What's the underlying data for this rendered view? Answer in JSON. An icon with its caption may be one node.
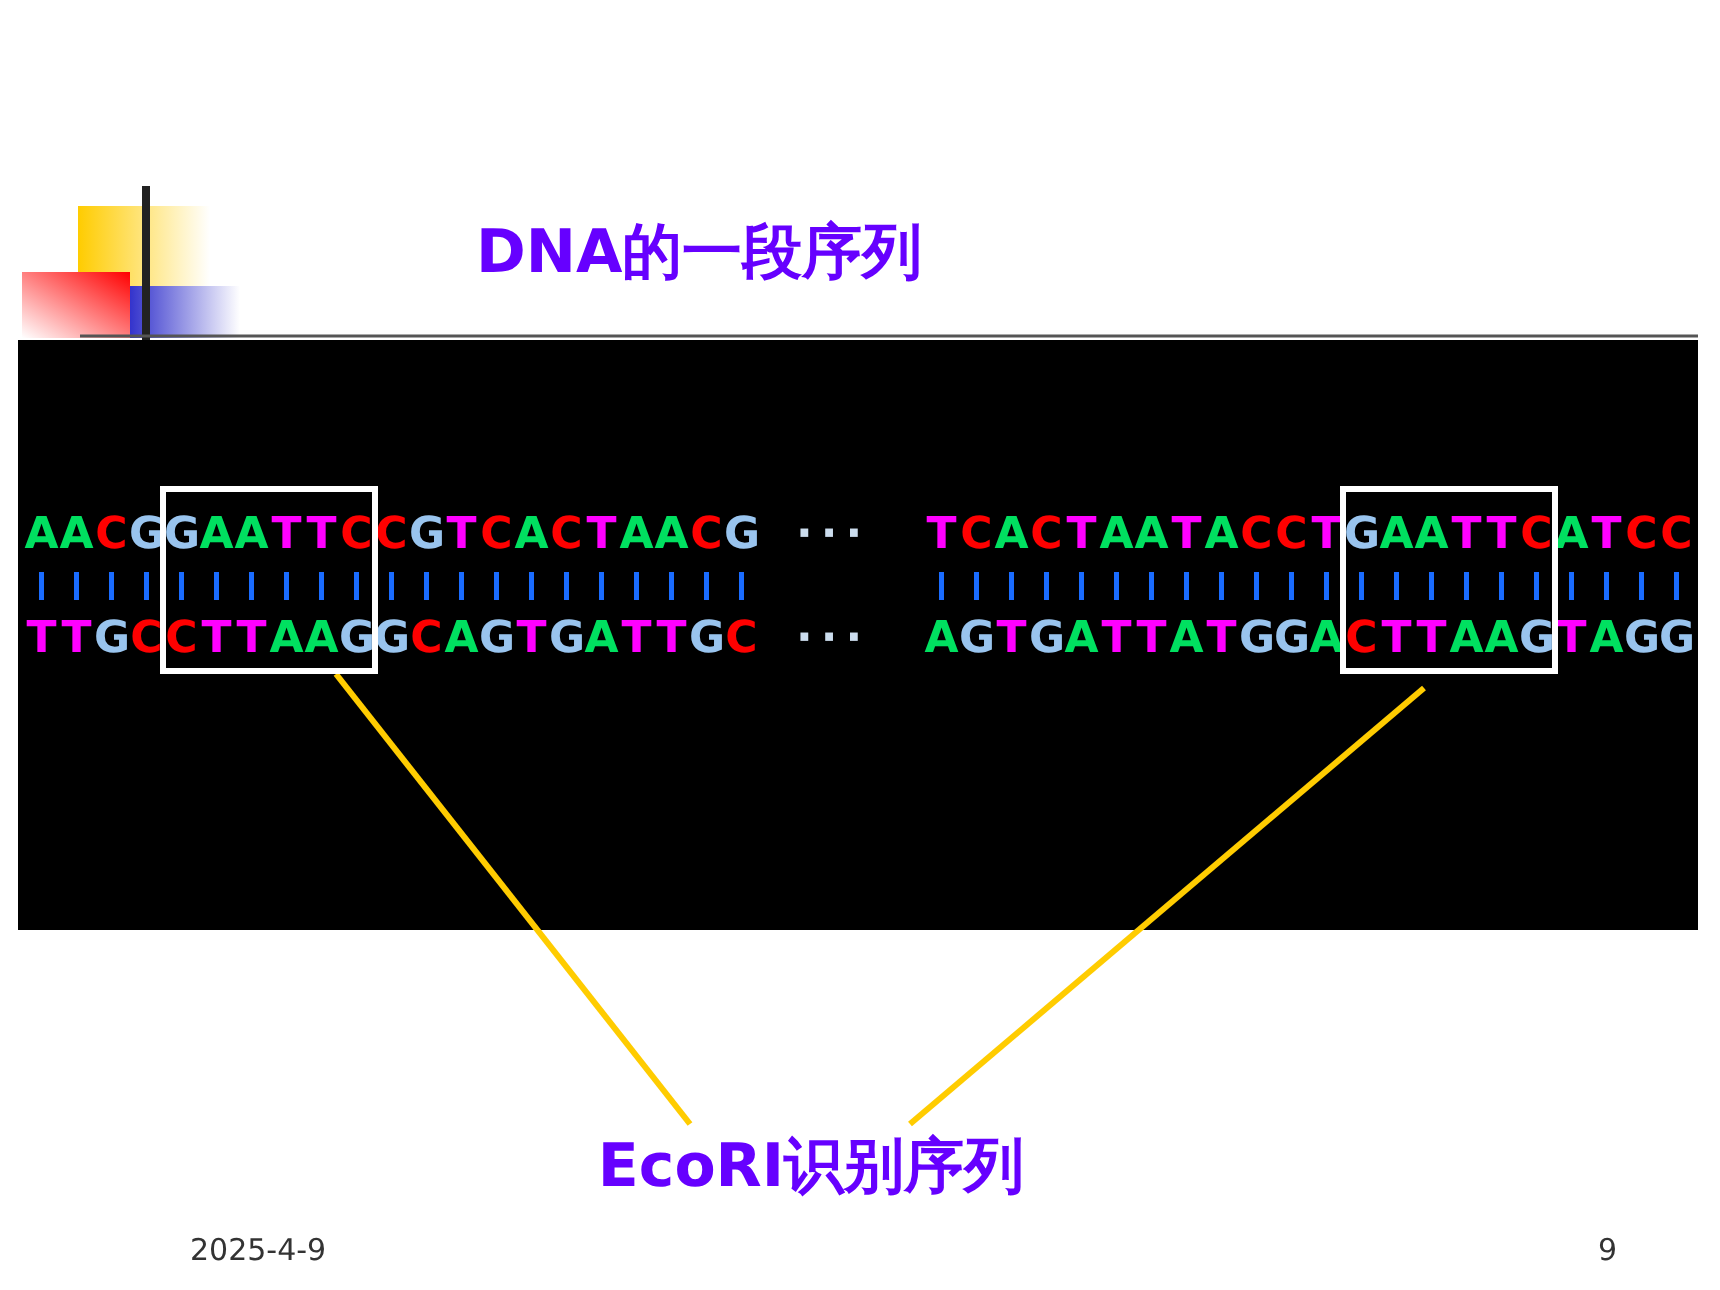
{
  "diagram": {
    "title": "DNA的一段序列",
    "nodes": [
      {
        "text": [],
        "shape": "box"
      },
      {
        "text": [],
        "shape": "box"
      },
      {
        "text": [
          "EcoRI识别序列"
        ]
      }
    ],
    "edges": [
      {
        "from": 2,
        "to": 0,
        "arrow": "none",
        "color": "#ffcc00"
      },
      {
        "from": 2,
        "to": 1,
        "arrow": "none",
        "color": "#ffcc00"
      }
    ],
    "labels": [
      "AACGGAATTCCGTCACTAACG",
      "···",
      "TCACTAATACCTGAATTCATCC",
      "TTGCCTTAAGGCAGTGATTGC",
      "···",
      "AGTGATTATGGACTTAAGTAGG",
      "2025-4-9",
      "9"
    ]
  }
}
